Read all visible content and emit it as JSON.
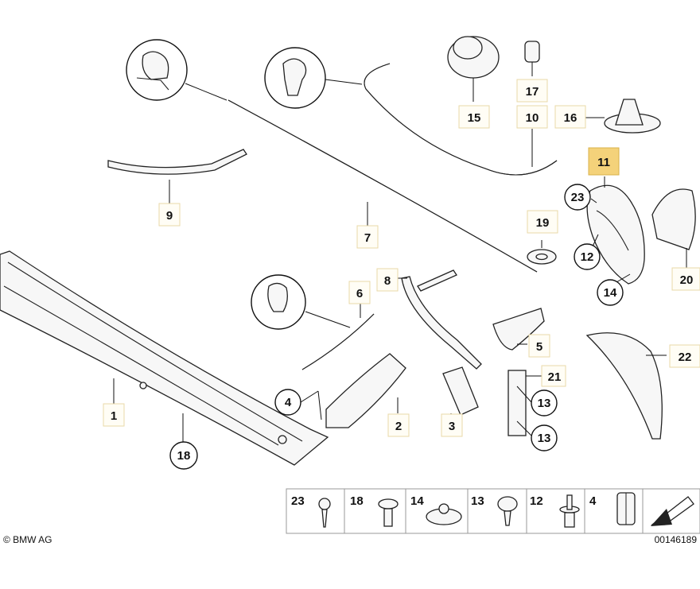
{
  "diagram": {
    "callouts": {
      "c1": "1",
      "c2": "2",
      "c3": "3",
      "c4a": "4",
      "c5": "5",
      "c6": "6",
      "c7": "7",
      "c8": "8",
      "c9": "9",
      "c10": "10",
      "c11": "11",
      "c12": "12",
      "c13a": "13",
      "c13b": "13",
      "c14": "14",
      "c15": "15",
      "c16": "16",
      "c17": "17",
      "c18": "18",
      "c19": "19",
      "c20": "20",
      "c21": "21",
      "c22": "22",
      "c23": "23"
    },
    "highlight_color": "#f4d27a",
    "fastener_strip": {
      "items": [
        "23",
        "18",
        "14",
        "13",
        "12",
        "4"
      ]
    }
  },
  "footer": {
    "copyright": "© BMW AG",
    "diagram_number": "00146189"
  }
}
